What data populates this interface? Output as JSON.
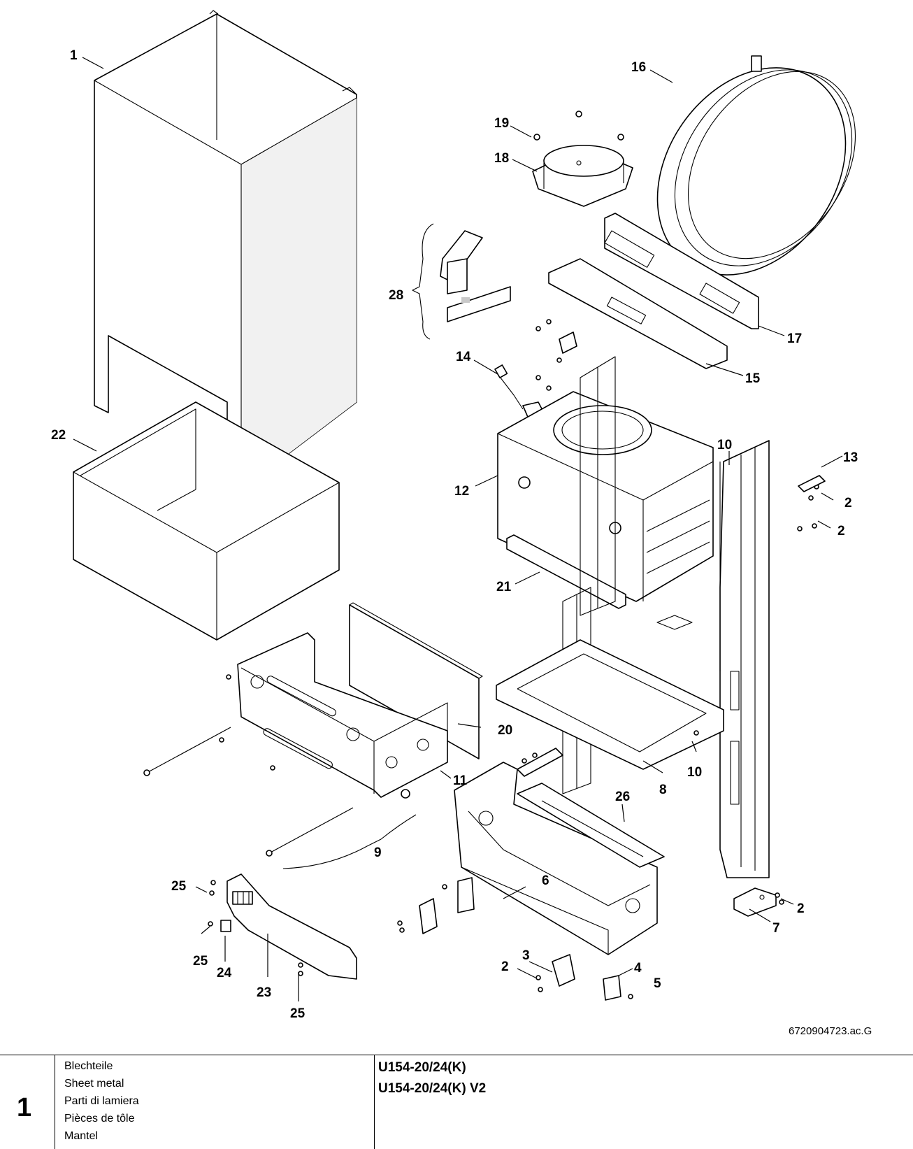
{
  "diagram": {
    "callouts": [
      "1",
      "16",
      "19",
      "18",
      "28",
      "17",
      "15",
      "14",
      "10",
      "13",
      "2",
      "2",
      "12",
      "21",
      "22",
      "20",
      "11",
      "8",
      "10",
      "26",
      "9",
      "6",
      "25",
      "2",
      "7",
      "25",
      "24",
      "23",
      "25",
      "3",
      "2",
      "4",
      "5"
    ],
    "drawing_ref": "6720904723.ac.G"
  },
  "footer": {
    "page_number": "1",
    "part_names": [
      "Blechteile",
      "Sheet metal",
      "Parti di lamiera",
      "Pièces de tôle",
      "Mantel"
    ],
    "models": [
      "U154-20/24(K)",
      "U154-20/24(K) V2"
    ]
  }
}
